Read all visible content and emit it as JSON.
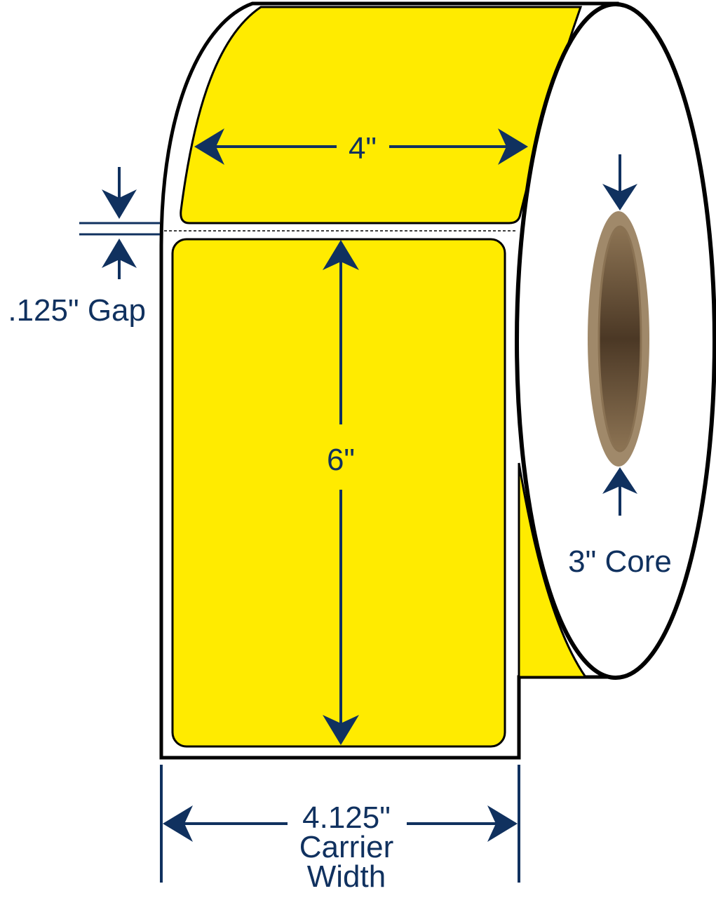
{
  "labels": {
    "label_width": "4\"",
    "label_height": "6\"",
    "gap": ".125\" Gap",
    "core": "3\" Core",
    "carrier_width_value": "4.125\"",
    "carrier_width_line1": "Carrier",
    "carrier_width_line2": "Width"
  },
  "colors": {
    "label_fill": "#ffeb00",
    "dimension_navy": "#10315f",
    "outline": "#000000",
    "core_outer": "#a0896a",
    "core_inner": "#4e3b26",
    "background": "#ffffff"
  },
  "icons": {
    "dimension_arrow": "arrowhead",
    "label_roll": "label-roll"
  }
}
